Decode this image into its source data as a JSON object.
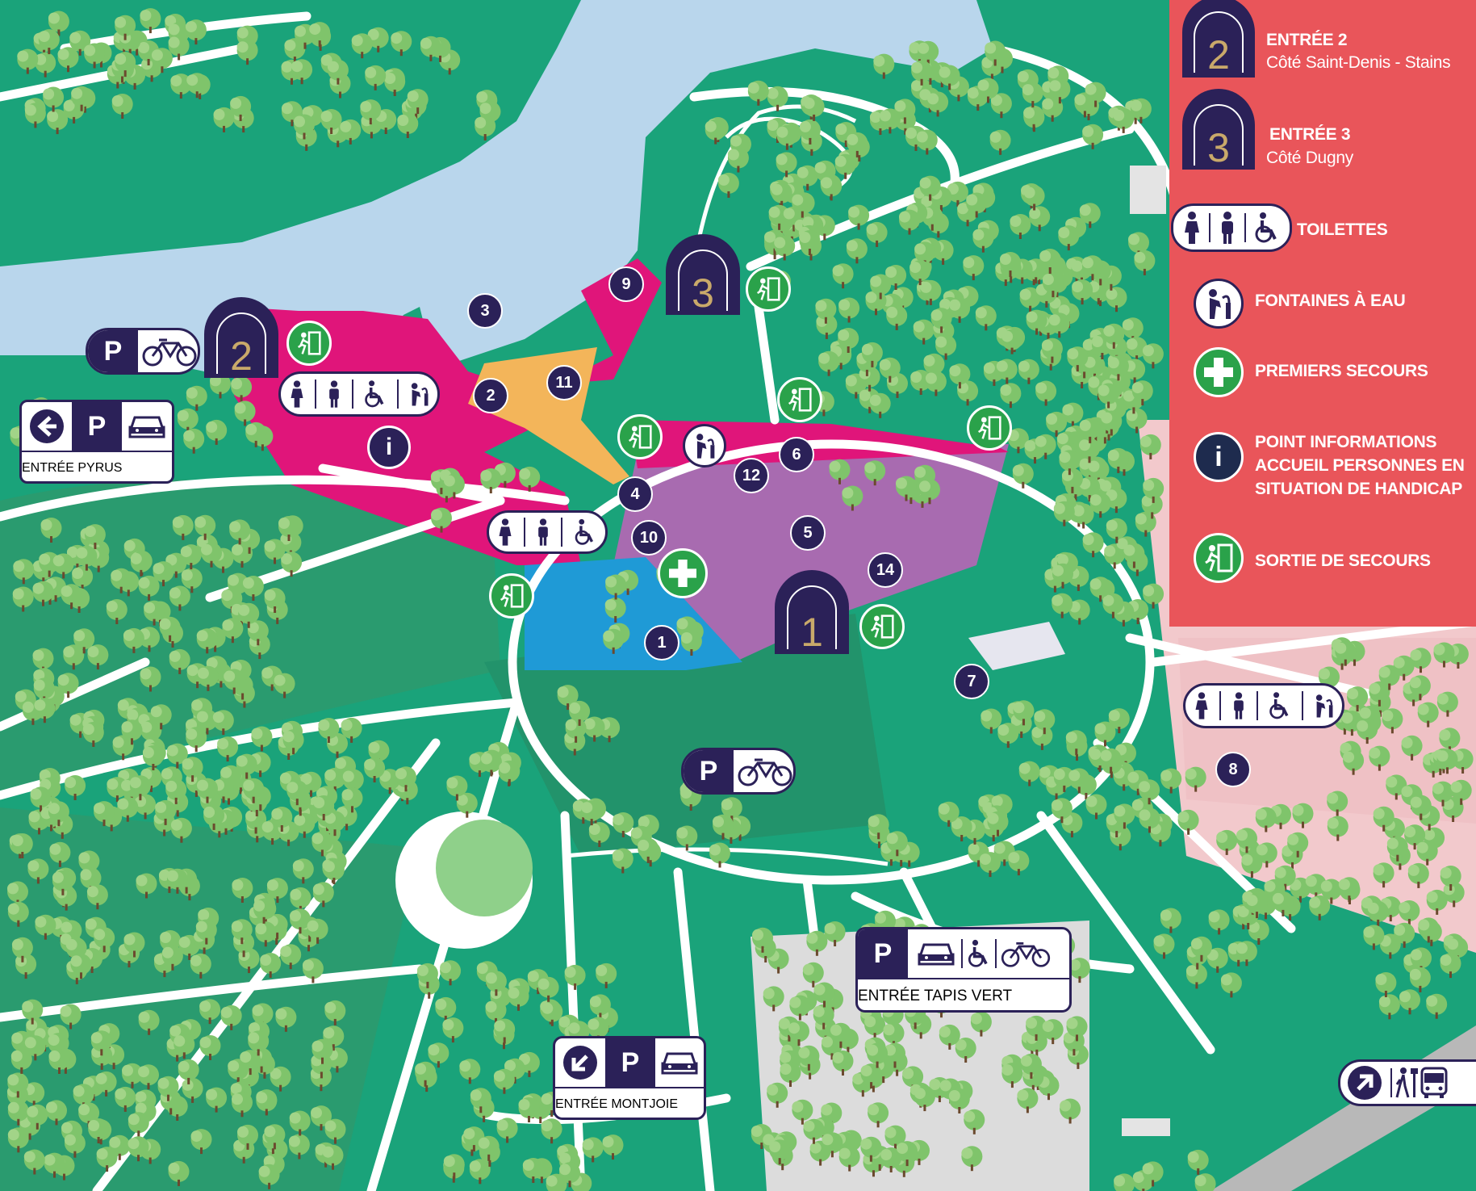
{
  "legend": {
    "entree2_title": "ENTRÉE 2",
    "entree2_sub": "Côté Saint-Denis - Stains",
    "entree3_title": "ENTRÉE 3",
    "entree3_sub": "Côté Dugny",
    "toilettes": "TOILETTES",
    "fontaines": "FONTAINES À EAU",
    "secours": "PREMIERS SECOURS",
    "info_line1": "POINT INFORMATIONS",
    "info_line2": "ACCUEIL PERSONNES EN",
    "info_line3": "SITUATION DE HANDICAP",
    "sortie": "SORTIE DE SECOURS"
  },
  "entrances": {
    "e1": "1",
    "e2": "2",
    "e3": "3",
    "pyrus": "ENTRÉE PYRUS",
    "tapis_vert": "ENTRÉE TAPIS VERT",
    "montjoie": "ENTRÉE MONTJOIE"
  },
  "parking_letter": "P",
  "info_letter": "i",
  "zones": [
    "1",
    "2",
    "3",
    "4",
    "5",
    "6",
    "7",
    "8",
    "9",
    "10",
    "11",
    "12",
    "14"
  ],
  "colors": {
    "legend_bg": "#e9555a",
    "navy": "#2b2158",
    "grass": "#1aa37a",
    "lake": "#b9d6ec",
    "magenta": "#e0157a",
    "purple": "#a86bb0",
    "orange": "#f3b55a",
    "blue": "#1f9ad6",
    "exit_green": "#2aa24a"
  }
}
